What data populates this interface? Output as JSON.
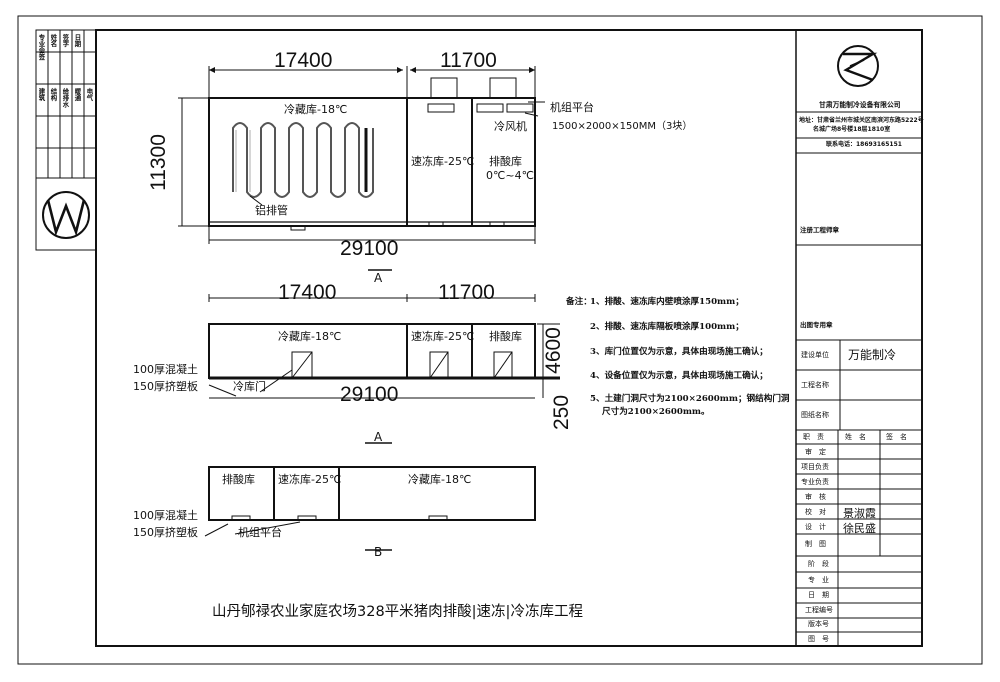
{
  "plan": {
    "dim_top_left": "17400",
    "dim_top_right": "11700",
    "dim_left": "11300",
    "dim_bottom": "29100",
    "room_cold": "冷藏库-18℃",
    "room_freeze": "速冻库-25℃",
    "room_acid": "排酸库",
    "room_acid_temp": "0℃~4℃",
    "aluminum_pipe": "铝排管",
    "air_cooler": "冷风机",
    "unit_platform": "机组平台",
    "platform_size": "1500×2000×150MM（3块）",
    "section_mark": "A"
  },
  "elevation_a": {
    "dim_top_left": "17400",
    "dim_top_right": "11700",
    "dim_bottom": "29100",
    "dim_height": "4600",
    "dim_base": "250",
    "room_cold": "冷藏库-18℃",
    "room_freeze": "速冻库-25℃",
    "room_acid": "排酸库",
    "concrete": "100厚混凝土",
    "xps": "150厚挤塑板",
    "door": "冷库门",
    "section_mark": "A"
  },
  "elevation_b": {
    "room_acid": "排酸库",
    "room_freeze": "速冻库-25℃",
    "room_cold": "冷藏库-18℃",
    "concrete": "100厚混凝土",
    "xps": "150厚挤塑板",
    "platform": "机组平台",
    "section_mark": "B"
  },
  "notes": {
    "heading": "备注：",
    "items": [
      "1、排酸、速冻库内壁喷涂厚150mm；",
      "2、排酸、速冻库隔板喷涂厚100mm；",
      "3、库门位置仅为示意，具体由现场施工确认；",
      "4、设备位置仅为示意，具体由现场施工确认；",
      "5、土建门洞尺寸为2100×2600mm；钢结构门洞",
      "尺寸为2100×2600mm。"
    ]
  },
  "drawing_title": "山丹郇禄农业家庭农场328平米猪肉排酸|速冻|冷冻库工程",
  "title_block": {
    "company": "甘肃万能制冷设备有限公司",
    "address_1": "地址：甘肃省兰州市城关区南滨河东路5222号",
    "address_2": "名城广场8号楼18层1810室",
    "phone": "联系电话：18693165151",
    "reg_engineer": "注册工程师章",
    "drawing_seal": "出图专用章",
    "build_unit_label": "建设单位",
    "build_unit": "万能制冷",
    "project_name_label": "工程名称",
    "drawing_name_label": "图纸名称",
    "role_header": [
      "职　责",
      "姓　名",
      "签　名"
    ],
    "roles": [
      "审　定",
      "项目负责",
      "专业负责",
      "审　核",
      "校　对",
      "设　计",
      "制　图"
    ],
    "checker": "景淑霞",
    "designer": "徐民盛",
    "meta_rows": [
      "阶　段",
      "专　业",
      "日　期",
      "工程编号",
      "版本号",
      "图　号"
    ]
  },
  "left_strip": {
    "cols": [
      "专业会签",
      "姓名",
      "签字",
      "日期"
    ],
    "rows": [
      "建筑",
      "结构",
      "给排水",
      "暖通",
      "电气"
    ]
  },
  "colors": {
    "ink": "#111111",
    "paper": "#ffffff"
  }
}
